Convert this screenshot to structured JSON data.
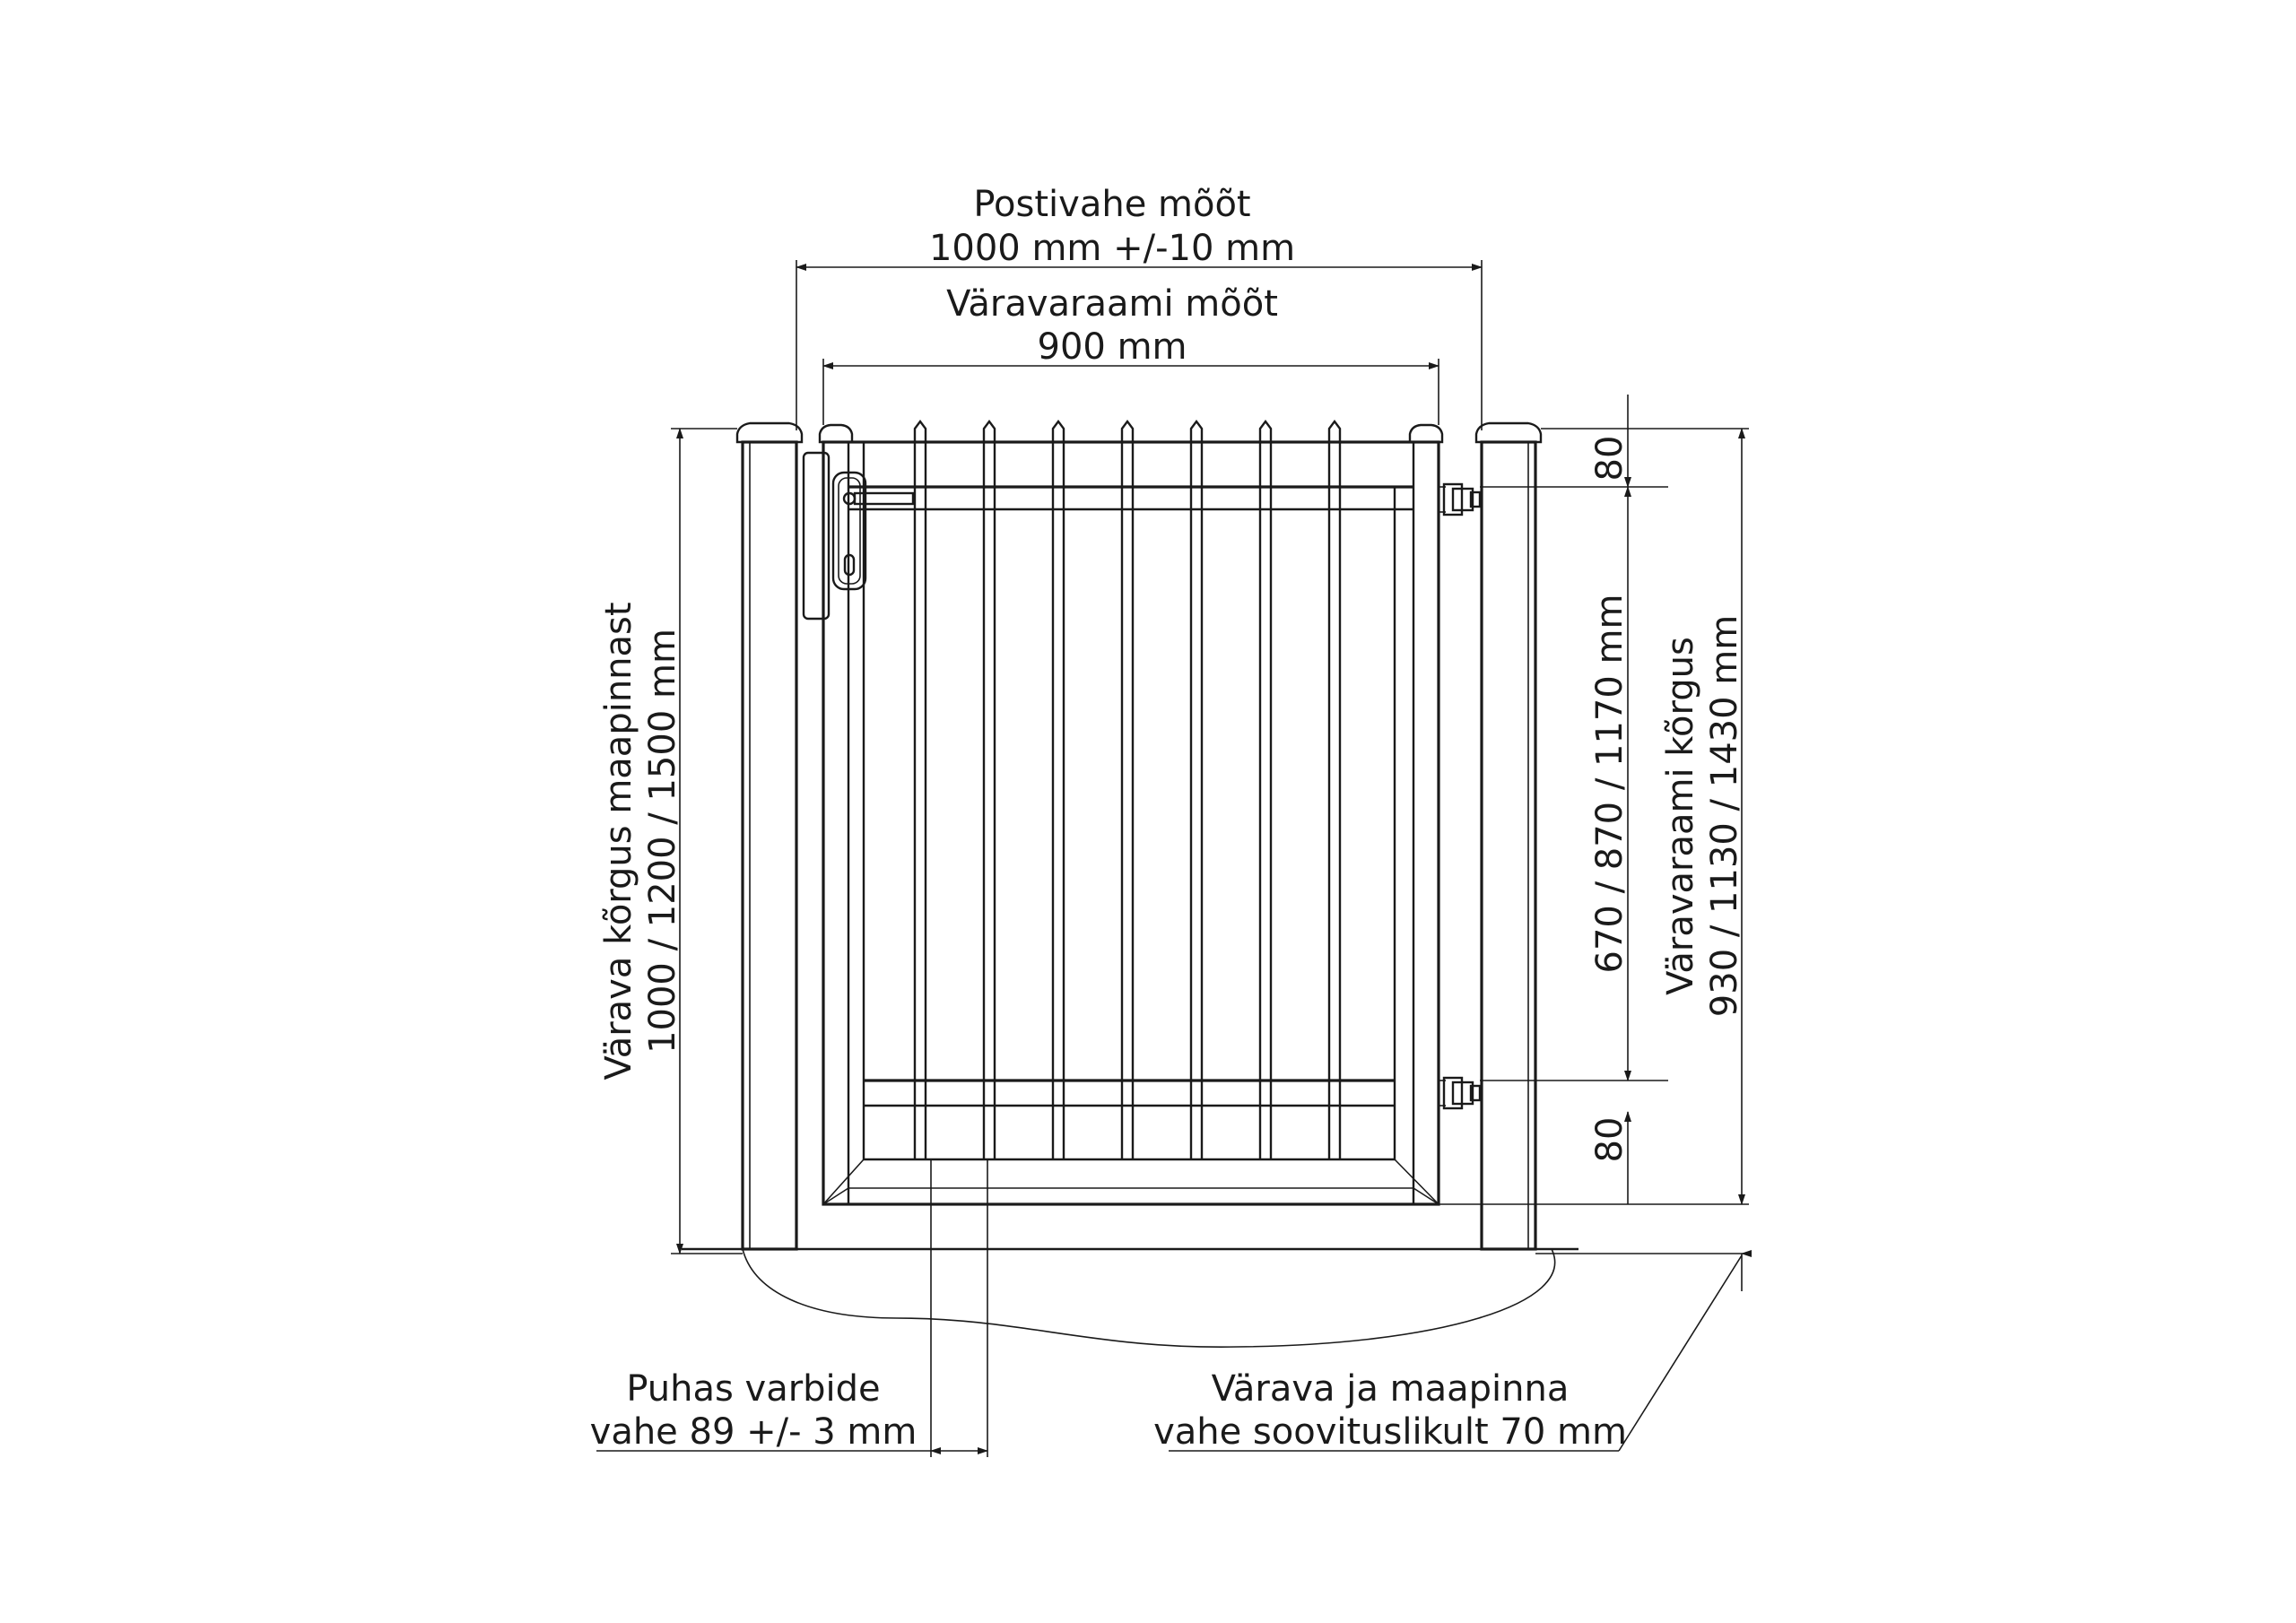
{
  "labels": {
    "post_gap_title": "Postivahe mõõt",
    "post_gap_value": "1000 mm +/-10 mm",
    "frame_width_title": "Väravaraami mõõt",
    "frame_width_value": "900 mm",
    "gate_height_title": "Värava kõrgus maapinnast",
    "gate_height_value": "1000 / 1200 / 1500 mm",
    "frame_height_title": "Väravaraami kõrgus",
    "frame_height_value": "930 / 1130 / 1430 mm",
    "hinge_spacing_value": "670 / 870 / 1170 mm",
    "top_offset": "80",
    "bottom_offset": "80",
    "bar_gap_line1": "Puhas varbide",
    "bar_gap_line2": "vahe 89 +/- 3 mm",
    "ground_gap_line1": "Värava ja maapinna",
    "ground_gap_line2": "vahe soovituslikult 70 mm"
  },
  "colors": {
    "line": "#1a1a1a",
    "ground_fill": "#f2f2f2",
    "ground_dots": "#8a8a8a"
  }
}
